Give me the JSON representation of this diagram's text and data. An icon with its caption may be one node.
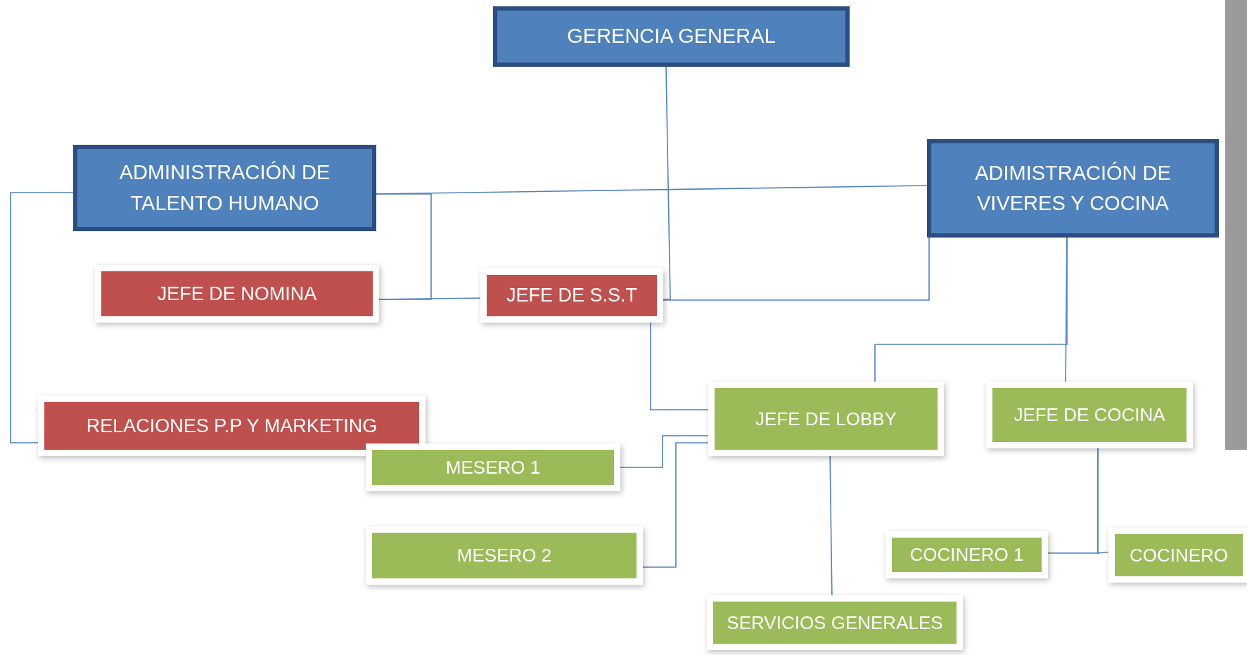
{
  "diagram": {
    "nodes": [
      {
        "text": [
          "GERENCIA GENERAL"
        ]
      },
      {
        "text": [
          "ADMINISTRACIÓN  DE TALENTO HUMANO"
        ]
      },
      {
        "text": [
          "ADIMISTRACIÓN DE VIVERES Y COCINA"
        ]
      },
      {
        "text": [
          "JEFE DE NOMINA"
        ]
      },
      {
        "text": [
          "JEFE DE S.S.T"
        ]
      },
      {
        "text": [
          "RELACIONES P.P Y MARKETING"
        ]
      },
      {
        "text": [
          "JEFE DE LOBBY"
        ]
      },
      {
        "text": [
          "JEFE DE COCINA"
        ]
      },
      {
        "text": [
          "MESERO 1"
        ]
      },
      {
        "text": [
          "MESERO 2"
        ]
      },
      {
        "text": [
          "COCINERO 1"
        ]
      },
      {
        "text": [
          "COCINERO"
        ]
      },
      {
        "text": [
          "SERVICIOS GENERALES"
        ]
      }
    ],
    "edges": [
      {
        "from": 0,
        "to": 4,
        "arrow": "none"
      },
      {
        "from": 1,
        "to": 2,
        "arrow": "none"
      },
      {
        "from": 1,
        "to": 3,
        "arrow": "none"
      },
      {
        "from": 3,
        "to": 4,
        "arrow": "none"
      },
      {
        "from": 2,
        "to": 4,
        "arrow": "none"
      },
      {
        "from": 4,
        "to": 6,
        "arrow": "none"
      },
      {
        "from": 2,
        "to": 7,
        "arrow": "none"
      },
      {
        "from": 2,
        "to": 6,
        "arrow": "none"
      },
      {
        "from": 1,
        "to": 5,
        "arrow": "none"
      },
      {
        "from": 6,
        "to": 8,
        "arrow": "none"
      },
      {
        "from": 6,
        "to": 9,
        "arrow": "none"
      },
      {
        "from": 6,
        "to": 12,
        "arrow": "none"
      },
      {
        "from": 7,
        "to": 10,
        "arrow": "none"
      },
      {
        "from": 7,
        "to": 11,
        "arrow": "none"
      }
    ]
  }
}
